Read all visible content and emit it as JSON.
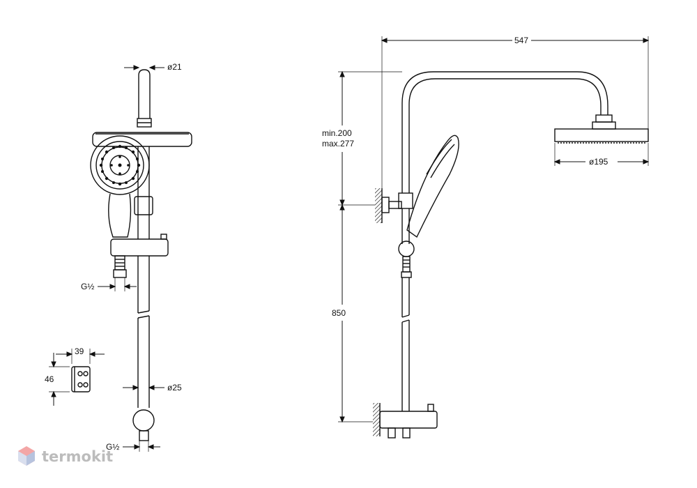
{
  "colors": {
    "line": "#111111",
    "watermark": "#c4c4c4",
    "logo_red": "#f08a8a",
    "logo_blue": "#a9b7d6"
  },
  "dimensions": {
    "top_pipe_diameter": "ø21",
    "rail_diameter": "ø25",
    "inlet_thread_left": "G½",
    "inlet_thread_bottom": "G½",
    "bracket_width": "39",
    "bracket_height": "46",
    "overall_width": "547",
    "head_diameter": "ø195",
    "height_adjust_min": "min.200",
    "height_adjust_max": "max.277",
    "rail_height": "850"
  },
  "watermark": {
    "brand": "termokit",
    "logo_icon": "cube-icon"
  }
}
